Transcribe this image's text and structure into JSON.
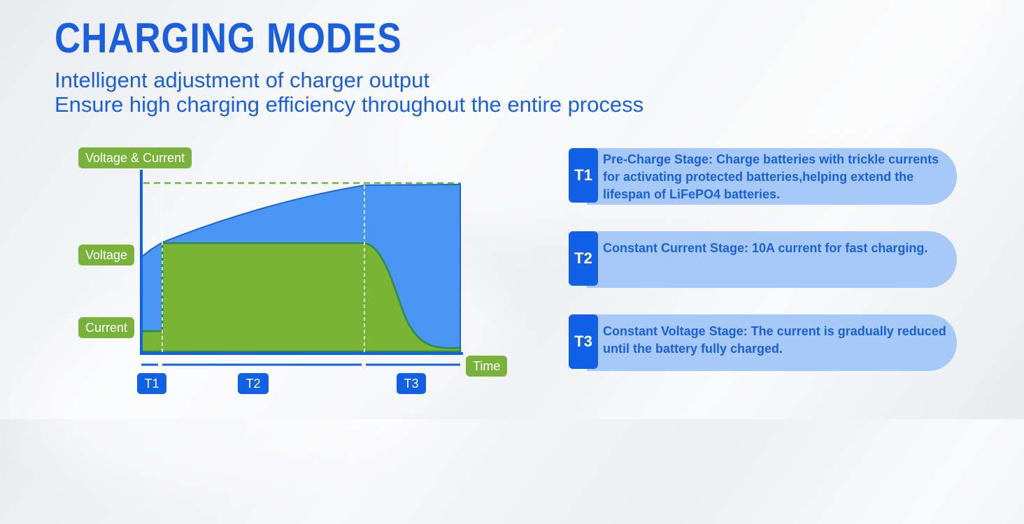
{
  "header": {
    "title": "CHARGING MODES",
    "subtitle_line1": "Intelligent adjustment of charger output",
    "subtitle_line2": "Ensure high charging efficiency throughout the entire process"
  },
  "chart": {
    "y_axis_label": "Voltage & Current",
    "voltage_label": "Voltage",
    "current_label": "Current",
    "x_axis_label": "Time",
    "segments": [
      "T1",
      "T2",
      "T3"
    ],
    "colors": {
      "voltage_fill": "#4a96f5",
      "current_fill": "#7ab435",
      "axis": "#1260e6",
      "tag_green": "#79b23a",
      "tag_blue": "#1260e6"
    }
  },
  "stages": [
    {
      "badge": "T1",
      "text": "Pre-Charge Stage: Charge batteries with trickle currents for activating protected batteries,helping extend the lifespan of LiFePO4 batteries."
    },
    {
      "badge": "T2",
      "text": "Constant Current Stage: 10A current for fast charging."
    },
    {
      "badge": "T3",
      "text": "Constant Voltage Stage: The current is gradually reduced until the battery fully charged."
    }
  ]
}
